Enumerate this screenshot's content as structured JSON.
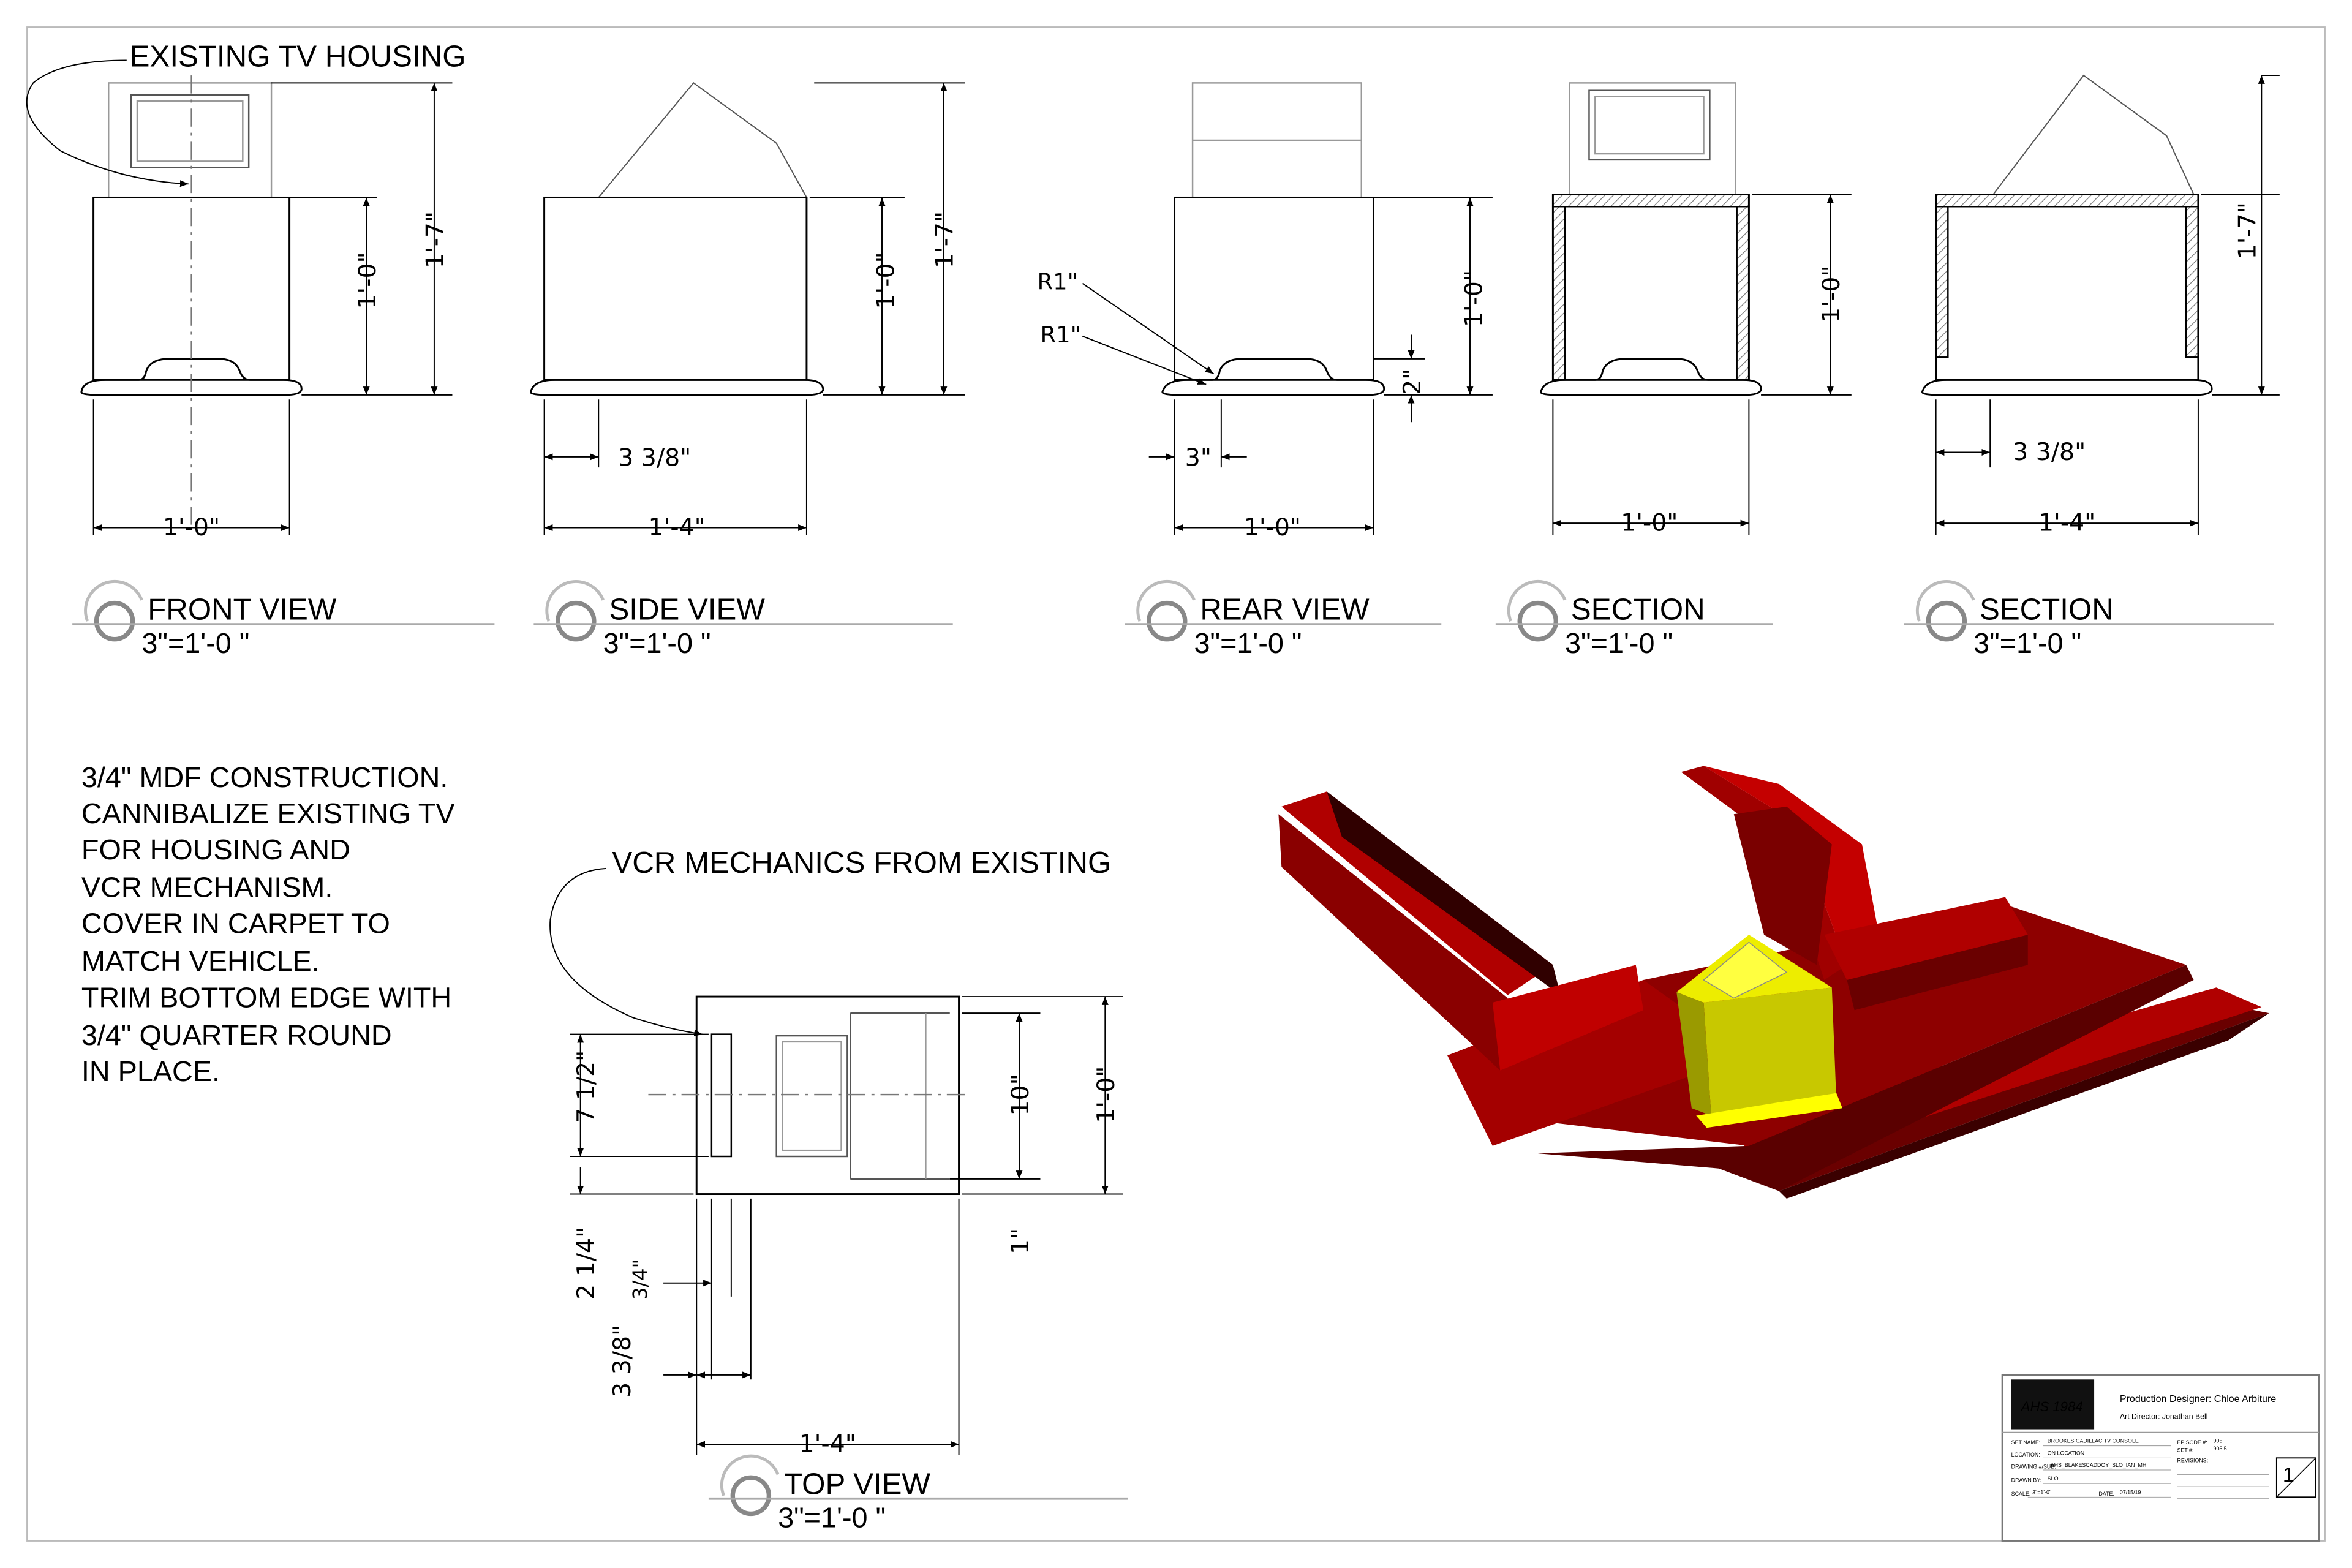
{
  "callouts": {
    "existing_tv_housing": "EXISTING TV HOUSING",
    "vcr_mechanics": "VCR MECHANICS FROM EXISTING"
  },
  "views": {
    "front": {
      "title": "FRONT VIEW",
      "scale": "3\"=1'-0 \""
    },
    "side": {
      "title": "SIDE VIEW",
      "scale": "3\"=1'-0 \""
    },
    "rear": {
      "title": "REAR VIEW",
      "scale": "3\"=1'-0 \""
    },
    "section1": {
      "title": "SECTION",
      "scale": "3\"=1'-0 \""
    },
    "section2": {
      "title": "SECTION",
      "scale": "3\"=1'-0 \""
    },
    "top": {
      "title": "TOP VIEW",
      "scale": "3\"=1'-0 \""
    }
  },
  "dimensions": {
    "front_height_body": "1'-0\"",
    "front_height_total": "1'-7\"",
    "front_width": "1'-0\"",
    "side_height_body": "1'-0\"",
    "side_height_total": "1'-7\"",
    "side_offset": "3 3/8\"",
    "side_width": "1'-4\"",
    "rear_radius_1": "R1\"",
    "rear_radius_2": "R1\"",
    "rear_height_body": "1'-0\"",
    "rear_notch_height": "2\"",
    "rear_offset": "3\"",
    "rear_width": "1'-0\"",
    "section1_height": "1'-0\"",
    "section1_width": "1'-0\"",
    "section2_height": "1'-7\"",
    "section2_offset": "3 3/8\"",
    "section2_width": "1'-4\"",
    "top_left_a": "7 1/2\"",
    "top_left_b": "2 1/4\"",
    "top_right_a": "10\"",
    "top_right_b": "1'-0\"",
    "top_right_c": "1\"",
    "top_slot": "3/4\"",
    "top_offset": "3 3/8\"",
    "top_width": "1'-4\""
  },
  "notes": [
    "3/4\" MDF CONSTRUCTION.",
    "CANNIBALIZE EXISTING TV",
    "FOR HOUSING AND",
    "VCR MECHANISM.",
    "COVER IN CARPET TO",
    "MATCH VEHICLE.",
    "TRIM BOTTOM EDGE WITH",
    "3/4\" QUARTER ROUND",
    "IN PLACE."
  ],
  "colors": {
    "console_red": "#a00000",
    "console_dark": "#5a0000",
    "tv_yellow": "#e8e800",
    "tv_yellow_dark": "#9a9a00"
  },
  "title_block": {
    "logo_text": "AHS 1984",
    "production_designer": "Production Designer: Chloe Arbiture",
    "art_director": "Art Director: Jonathan Bell",
    "set_name_label": "SET NAME:",
    "set_name": "BROOKES CADILLAC TV CONSOLE",
    "episode_label": "EPISODE #:",
    "episode": "905",
    "location_label": "LOCATION:",
    "location": "ON LOCATION",
    "set_no_label": "SET #:",
    "set_no": "905.5",
    "drawing_label": "DRAWING #/SUB:",
    "drawing": "AHS_BLAKESCADDOY_SLO_IAN_MH",
    "revisions_label": "REVISIONS:",
    "drawn_by_label": "DRAWN BY:",
    "drawn_by": "SLO",
    "scale_label": "SCALE:",
    "scale": "3\"=1'-0\"",
    "date_label": "DATE:",
    "date": "07/15/19",
    "sheet_number": "1"
  }
}
